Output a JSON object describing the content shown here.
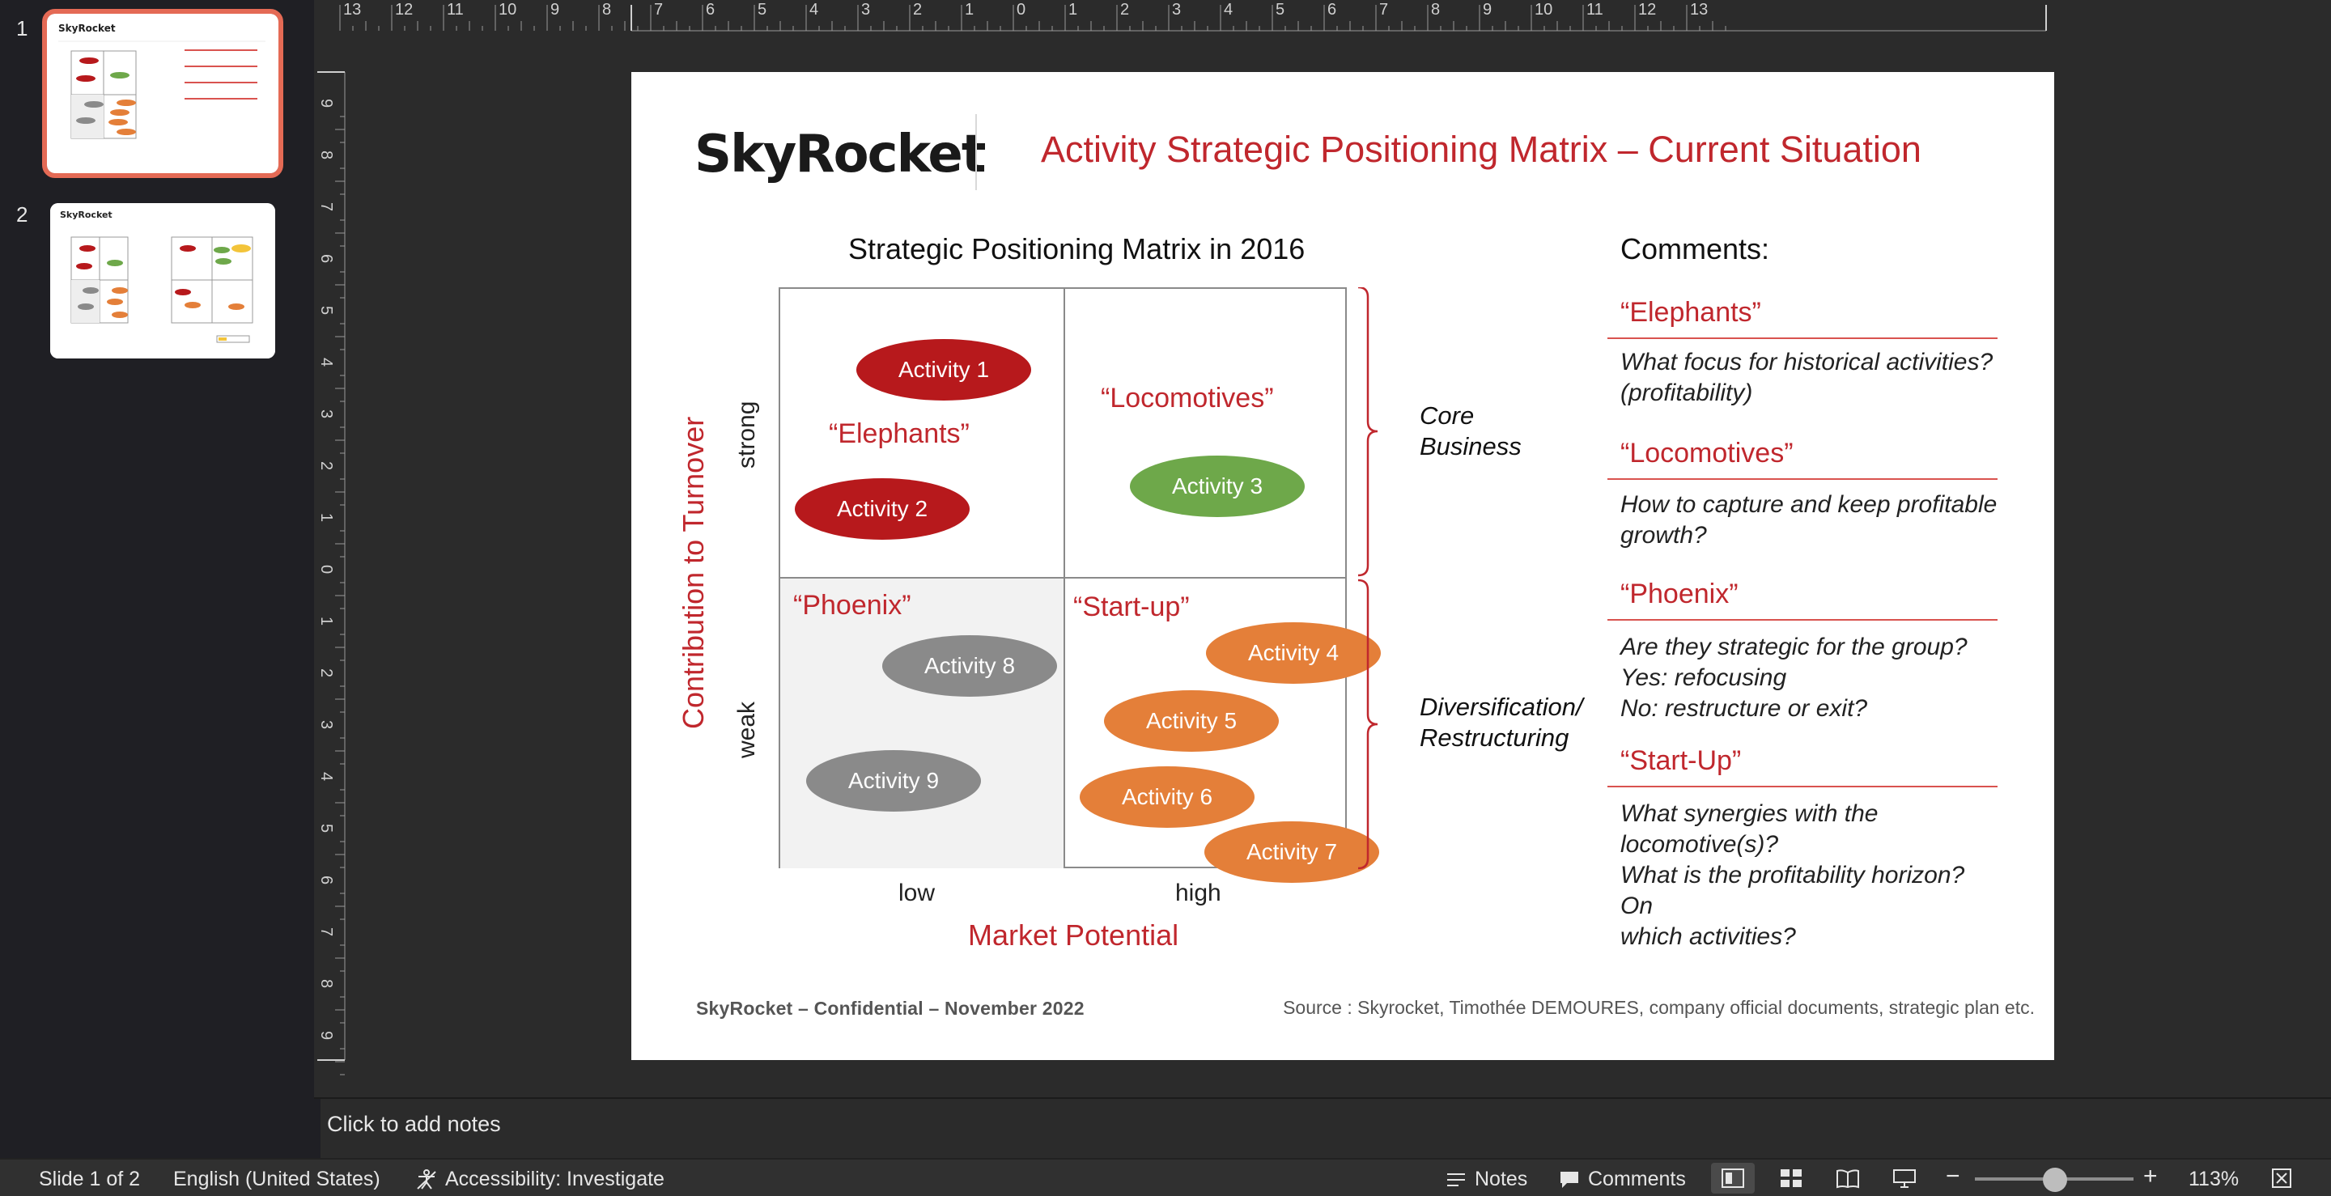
{
  "thumbnails": [
    {
      "number": "1",
      "selected": true
    },
    {
      "number": "2",
      "selected": false
    }
  ],
  "ruler": {
    "horizontal": [
      "13",
      "12",
      "11",
      "10",
      "9",
      "8",
      "7",
      "6",
      "5",
      "4",
      "3",
      "2",
      "1",
      "0",
      "1",
      "2",
      "3",
      "4",
      "5",
      "6",
      "7",
      "8",
      "9",
      "10",
      "11",
      "12",
      "13"
    ],
    "vertical": [
      "9",
      "8",
      "7",
      "6",
      "5",
      "4",
      "3",
      "2",
      "1",
      "0",
      "1",
      "2",
      "3",
      "4",
      "5",
      "6",
      "7",
      "8",
      "9"
    ]
  },
  "slide": {
    "logo_left": "SkyR",
    "logo_right": "ocket",
    "title": "Activity Strategic Positioning Matrix – Current Situation",
    "matrix_title": "Strategic Positioning Matrix in 2016",
    "comments_title": "Comments:",
    "quadrants": {
      "elephants": "“Elephants”",
      "locomotives": "“Locomotives”",
      "phoenix": "“Phoenix”",
      "startup": "“Start-up”"
    },
    "activities": {
      "a1": "Activity 1",
      "a2": "Activity 2",
      "a3": "Activity 3",
      "a4": "Activity 4",
      "a5": "Activity 5",
      "a6": "Activity 6",
      "a7": "Activity 7",
      "a8": "Activity 8",
      "a9": "Activity 9"
    },
    "y_axis": {
      "label": "Contribution to Turnover",
      "strong": "strong",
      "weak": "weak"
    },
    "x_axis": {
      "label": "Market Potential",
      "low": "low",
      "high": "high"
    },
    "braces": {
      "core_line1": "Core",
      "core_line2": "Business",
      "div_line1": "Diversification/",
      "div_line2": "Restructuring"
    },
    "comments": [
      {
        "head": "“Elephants”",
        "lines": [
          "What focus for historical activities?",
          "(profitability)"
        ]
      },
      {
        "head": "“Locomotives”",
        "lines": [
          "How to capture and keep profitable",
          "growth?"
        ]
      },
      {
        "head": "“Phoenix”",
        "lines": [
          "Are they strategic for the group?",
          "Yes: refocusing",
          "No: restructure or exit?"
        ]
      },
      {
        "head": "“Start-Up”",
        "lines": [
          "What synergies with the",
          "locomotive(s)?",
          "What is the profitability horizon? On",
          "which activities?"
        ]
      }
    ],
    "footer_left": "SkyRocket – Confidential – November 2022",
    "footer_right": "Source : Skyrocket, Timothée DEMOURES, company official documents, strategic plan etc."
  },
  "notes_placeholder": "Click to add notes",
  "status": {
    "slide_info": "Slide 1 of 2",
    "language": "English (United States)",
    "accessibility": "Accessibility: Investigate",
    "notes": "Notes",
    "comments": "Comments",
    "zoom": "113%"
  }
}
